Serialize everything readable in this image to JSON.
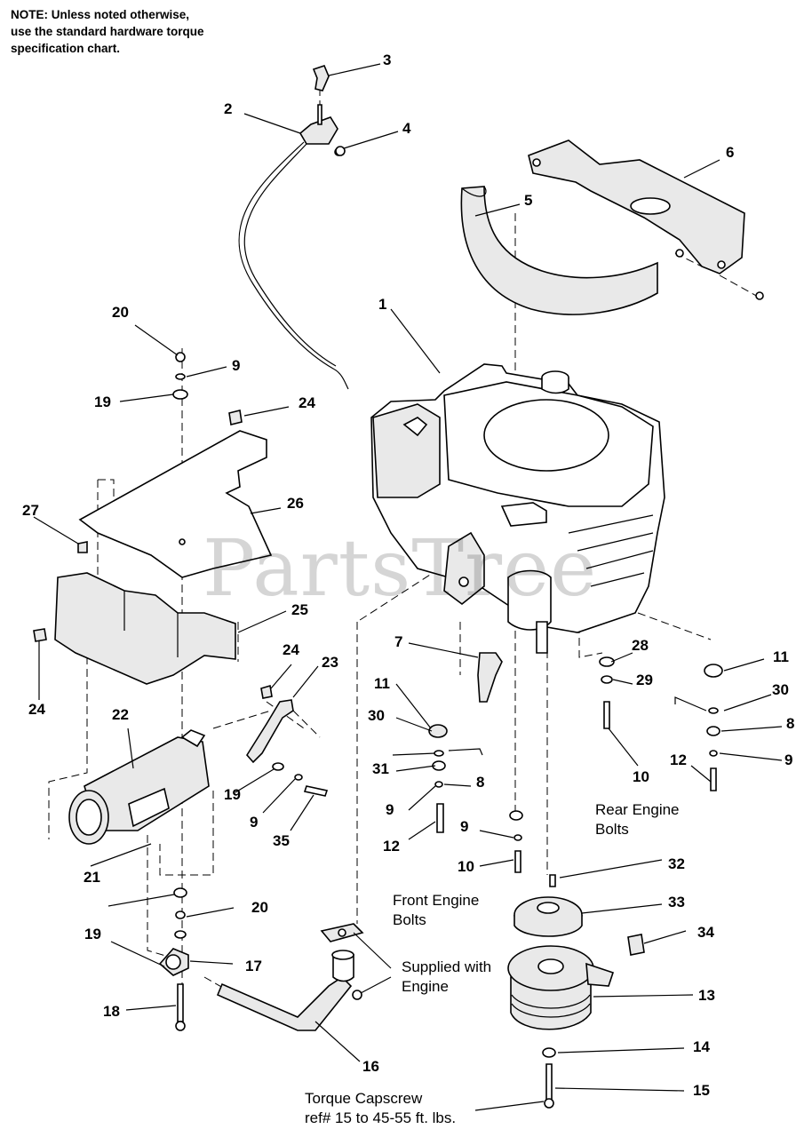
{
  "note": {
    "line1": "NOTE: Unless noted otherwise,",
    "line2": "use the standard hardware torque",
    "line3": "specification chart."
  },
  "watermark": "PartsTree",
  "callouts": {
    "c1": "1",
    "c2": "2",
    "c3": "3",
    "c4": "4",
    "c5": "5",
    "c6": "6",
    "c7": "7",
    "c8a": "8",
    "c8b": "8",
    "c9a": "9",
    "c9b": "9",
    "c9c": "9",
    "c9d": "9",
    "c9e": "9",
    "c10a": "10",
    "c10b": "10",
    "c11a": "11",
    "c11b": "11",
    "c12a": "12",
    "c12b": "12",
    "c13": "13",
    "c14": "14",
    "c15": "15",
    "c16": "16",
    "c17": "17",
    "c18": "18",
    "c19a": "19",
    "c19b": "19",
    "c19c": "19",
    "c20a": "20",
    "c20b": "20",
    "c21": "21",
    "c22": "22",
    "c23": "23",
    "c24a": "24",
    "c24b": "24",
    "c24c": "24",
    "c25": "25",
    "c26": "26",
    "c27": "27",
    "c28": "28",
    "c29": "29",
    "c30a": "30",
    "c30b": "30",
    "c31": "31",
    "c32": "32",
    "c33": "33",
    "c34": "34",
    "c35": "35"
  },
  "captions": {
    "rear_line1": "Rear Engine",
    "rear_line2": "Bolts",
    "front_line1": "Front Engine",
    "front_line2": "Bolts",
    "supplied_line1": "Supplied with",
    "supplied_line2": "Engine",
    "torque_line1": "Torque Capscrew",
    "torque_line2": "ref# 15 to 45-55 ft. lbs."
  }
}
